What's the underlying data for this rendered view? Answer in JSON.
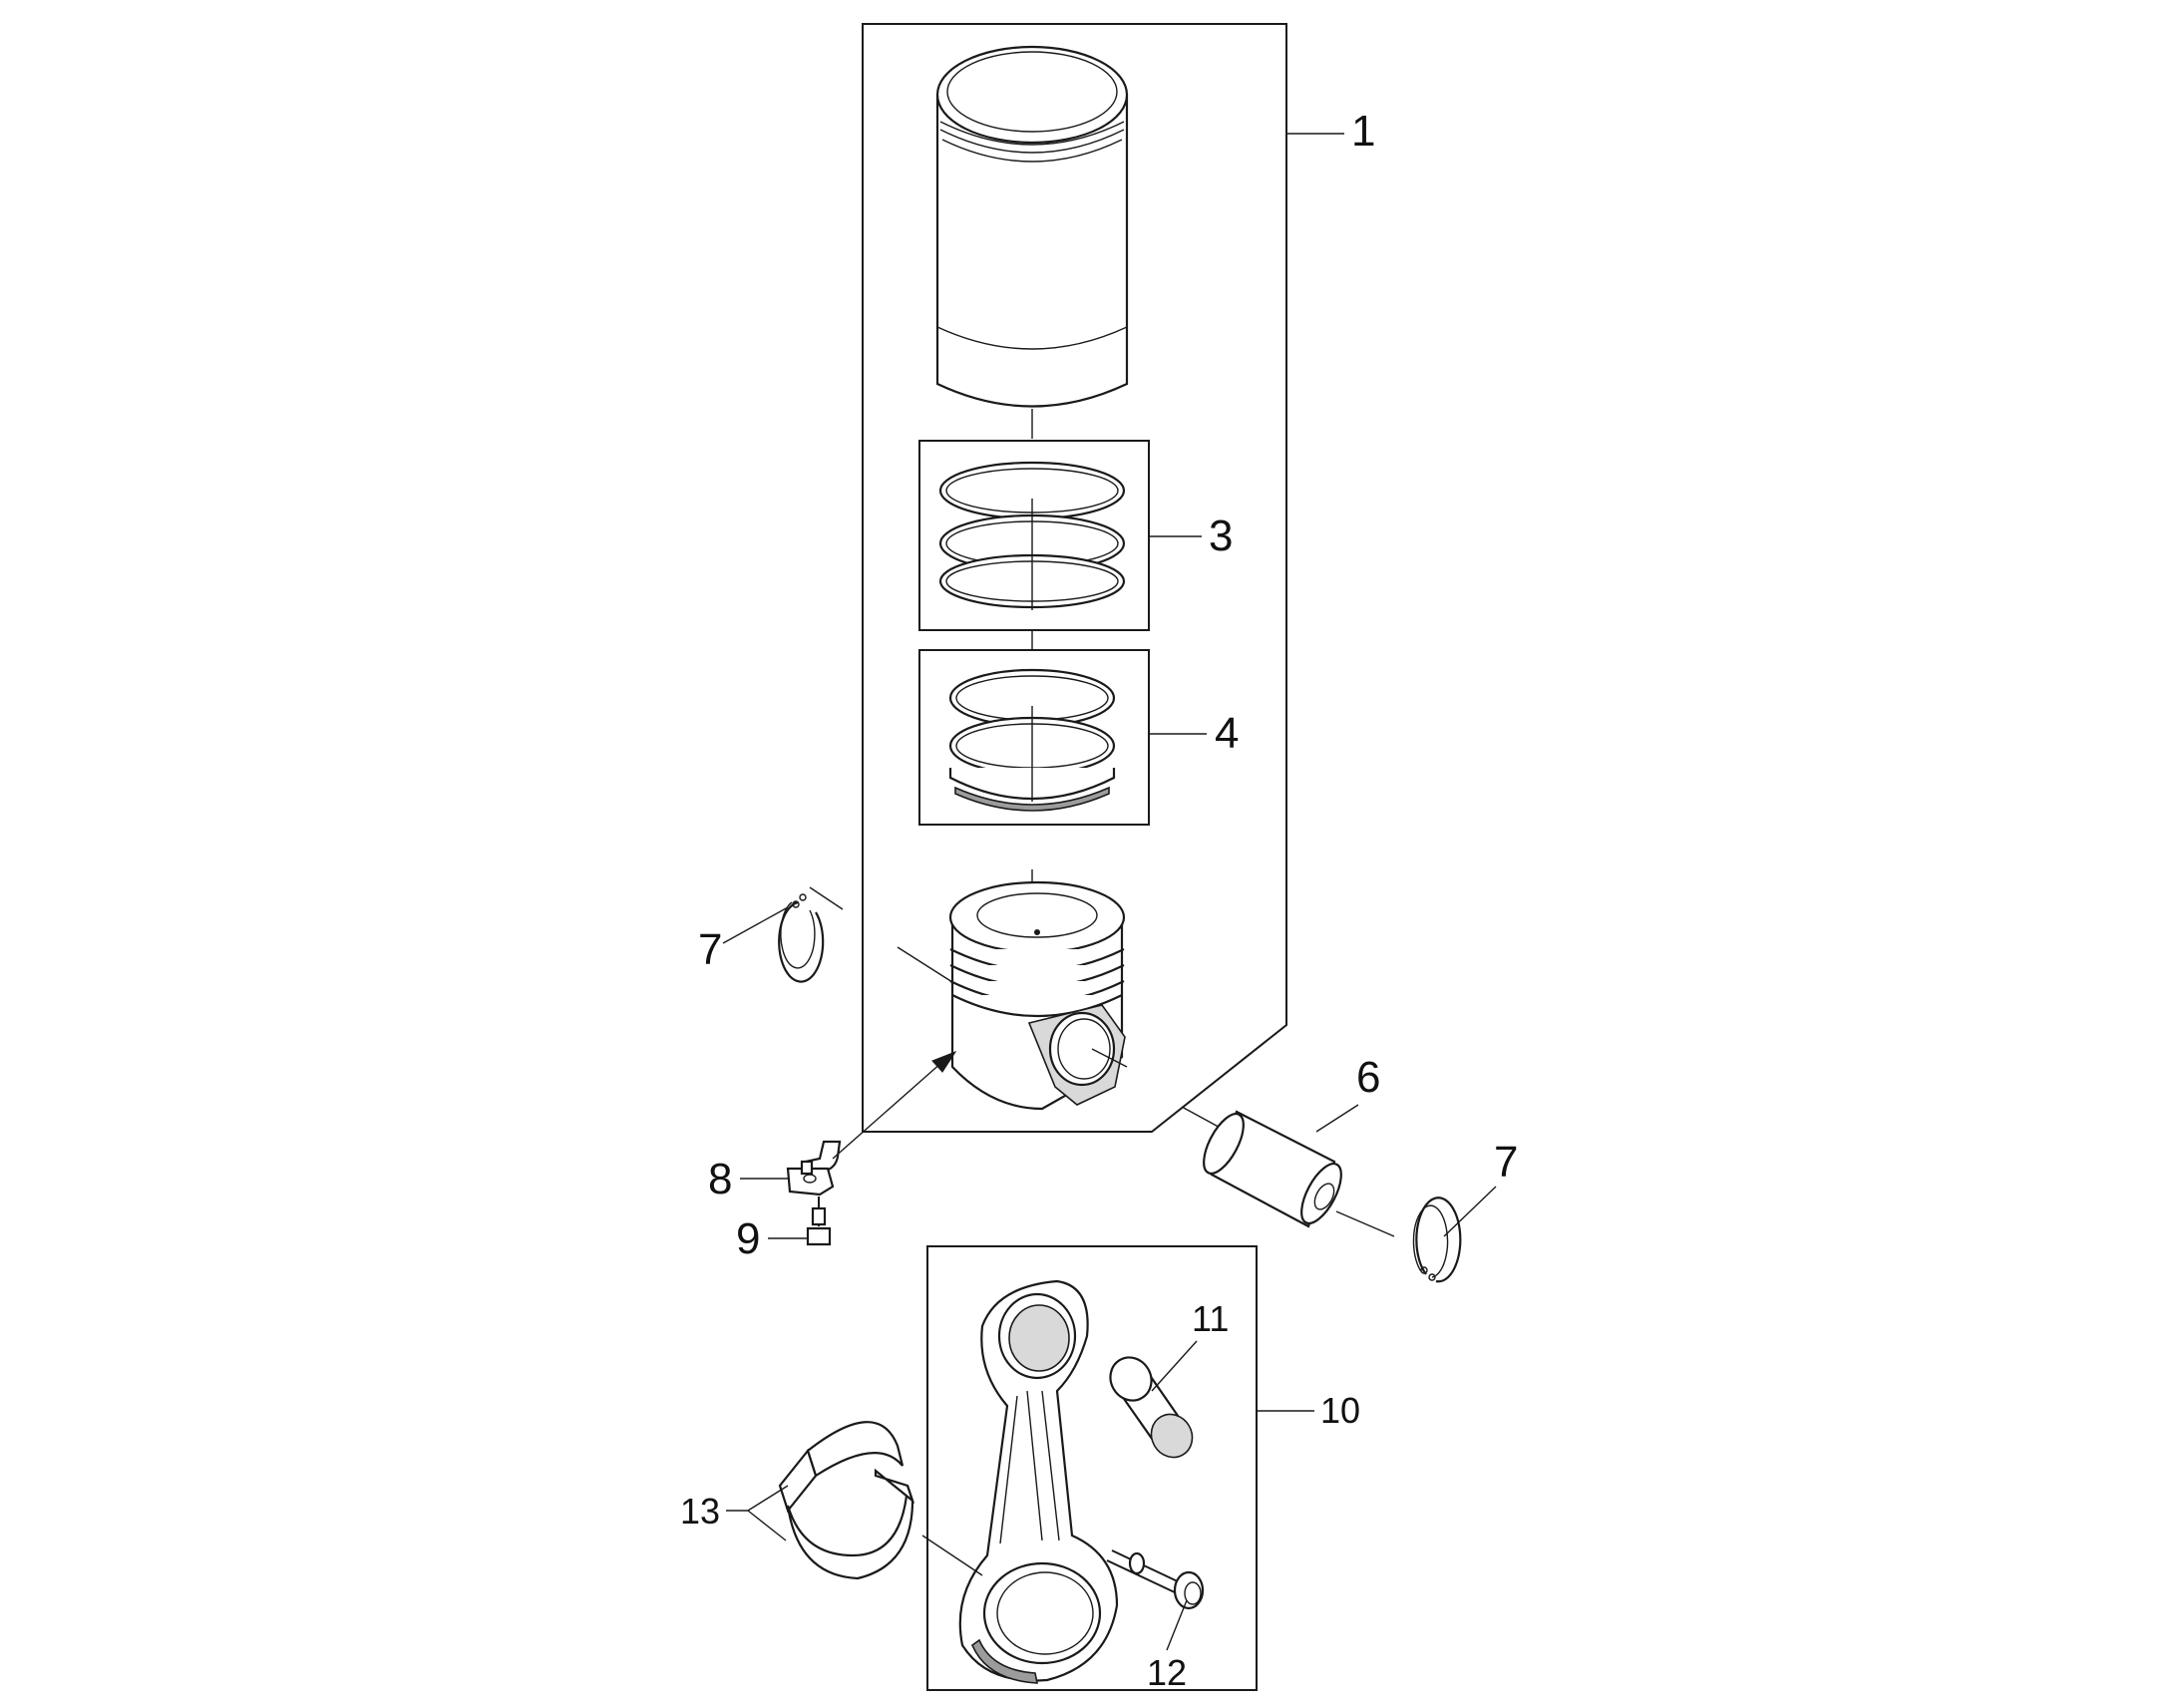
{
  "diagram": {
    "type": "exploded parts diagram",
    "callouts": {
      "c1": "1",
      "c3": "3",
      "c4": "4",
      "c6": "6",
      "c7a": "7",
      "c7b": "7",
      "c8": "8",
      "c9": "9",
      "c10": "10",
      "c11": "11",
      "c12": "12",
      "c13": "13"
    },
    "colors": {
      "line": "#1a1a1a",
      "background": "#ffffff",
      "fill_light": "#d9d9d9",
      "fill_dark": "#9c9c9c"
    }
  }
}
